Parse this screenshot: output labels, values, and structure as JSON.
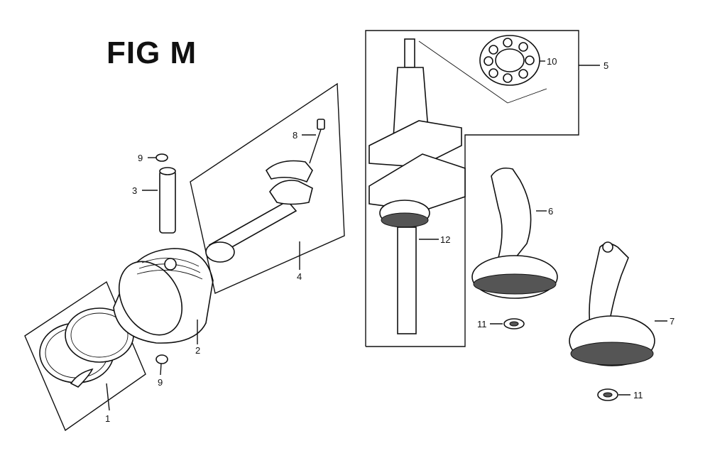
{
  "figure": {
    "title": "FIG M"
  },
  "callouts": {
    "c1": "1",
    "c2": "2",
    "c3": "3",
    "c4": "4",
    "c5": "5",
    "c6": "6",
    "c7": "7",
    "c8": "8",
    "c9a": "9",
    "c9b": "9",
    "c10": "10",
    "c11a": "11",
    "c11b": "11",
    "c12": "12"
  }
}
